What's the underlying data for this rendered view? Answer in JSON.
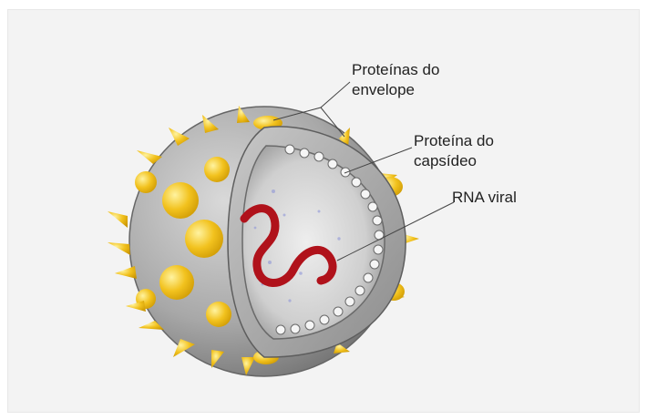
{
  "labels": {
    "envelope_line1": "Proteínas do",
    "envelope_line2": "envelope",
    "capsid_line1": "Proteína do",
    "capsid_line2": "capsídeo",
    "rna": "RNA viral"
  },
  "colors": {
    "background": "#f3f3f3",
    "envelope": "#9a9a9a",
    "spike": "#f2c21e",
    "rna": "#b0121b",
    "capsid": "#d8d8d8"
  }
}
